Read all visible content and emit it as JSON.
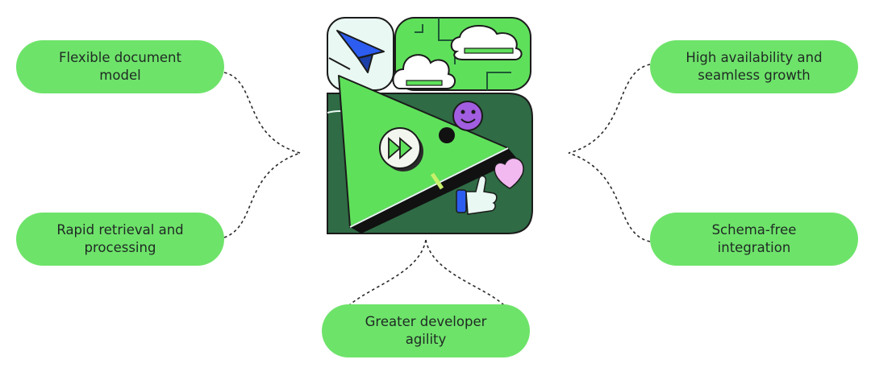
{
  "nodes": {
    "flexible": "Flexible document\nmodel",
    "rapid": "Rapid retrieval and\nprocessing",
    "high_availability": "High availability and\nseamless growth",
    "schema_free": "Schema-free\nintegration",
    "agility": "Greater developer\nagility"
  },
  "colors": {
    "pill": "#6ee36a",
    "dark_green": "#2f6b45",
    "bright_green": "#5fe05b",
    "accent_purple": "#a25ee0",
    "heart_pink": "#f2b8f0",
    "plane_blue": "#2c5cf0"
  },
  "illustration": {
    "icons": [
      "paper-plane-icon",
      "cloud-icon",
      "fast-forward-icon",
      "smiley-icon",
      "heart-icon",
      "thumbs-up-icon"
    ]
  }
}
